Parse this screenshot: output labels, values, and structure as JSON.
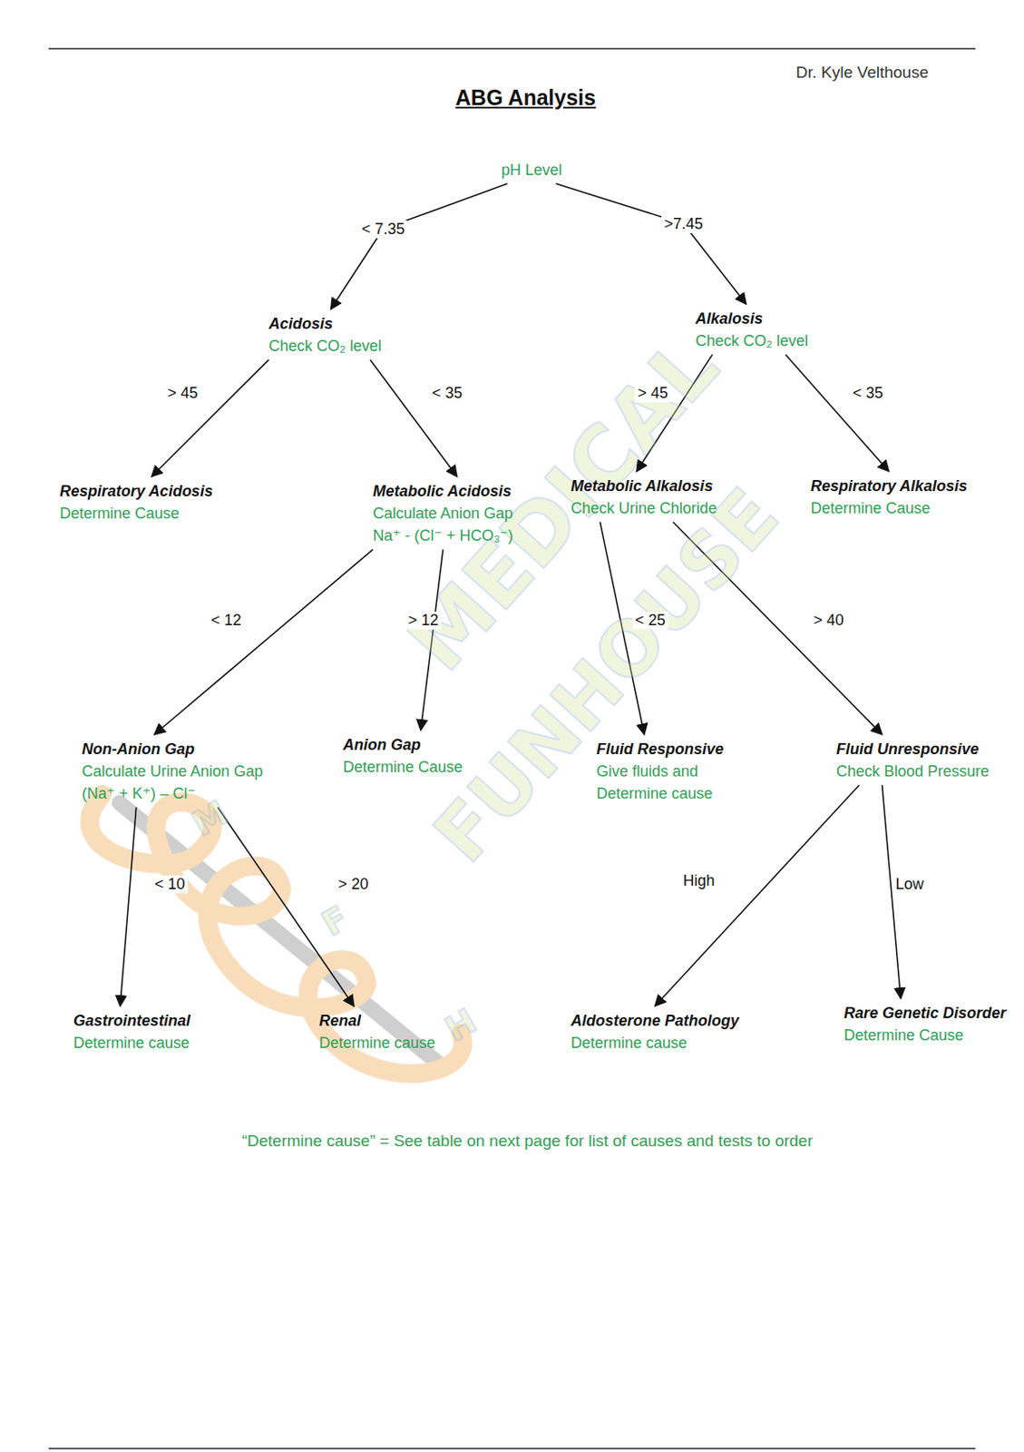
{
  "diagram": {
    "title": "ABG Analysis",
    "nodes": [
      {
        "text": [
          "pH Level"
        ]
      },
      {
        "text": [
          "Acidosis",
          "Check CO₂ level"
        ]
      },
      {
        "text": [
          "Alkalosis",
          "Check CO₂ level"
        ]
      },
      {
        "text": [
          "Respiratory Acidosis",
          "Determine Cause"
        ]
      },
      {
        "text": [
          "Metabolic Acidosis",
          "Calculate Anion Gap",
          "Na⁺ - (Cl⁻ + HCO₃⁻)"
        ]
      },
      {
        "text": [
          "Metabolic Alkalosis",
          "Check Urine Chloride"
        ]
      },
      {
        "text": [
          "Respiratory Alkalosis",
          "Determine Cause"
        ]
      },
      {
        "text": [
          "Non-Anion Gap",
          "Calculate Urine Anion Gap",
          "(Na⁺ + K⁺) – Cl⁻"
        ]
      },
      {
        "text": [
          "Anion Gap",
          "Determine Cause"
        ]
      },
      {
        "text": [
          "Fluid Responsive",
          "Give fluids and Determine cause"
        ]
      },
      {
        "text": [
          "Fluid Unresponsive",
          "Check Blood Pressure"
        ]
      },
      {
        "text": [
          "Gastrointestinal",
          "Determine cause"
        ]
      },
      {
        "text": [
          "Renal",
          "Determine cause"
        ]
      },
      {
        "text": [
          "Aldosterone Pathology",
          "Determine cause"
        ]
      },
      {
        "text": [
          "Rare Genetic Disorder",
          "Determine Cause"
        ]
      }
    ],
    "edges": [
      {
        "from": 0,
        "to": 1,
        "label": "< 7.35",
        "arrow": "to"
      },
      {
        "from": 0,
        "to": 2,
        "label": ">7.45",
        "arrow": "to"
      },
      {
        "from": 1,
        "to": 3,
        "label": "> 45",
        "arrow": "to"
      },
      {
        "from": 1,
        "to": 4,
        "label": "< 35",
        "arrow": "to"
      },
      {
        "from": 2,
        "to": 5,
        "label": "> 45",
        "arrow": "to"
      },
      {
        "from": 2,
        "to": 6,
        "label": "< 35",
        "arrow": "to"
      },
      {
        "from": 4,
        "to": 7,
        "label": "< 12",
        "arrow": "to"
      },
      {
        "from": 4,
        "to": 8,
        "label": "> 12",
        "arrow": "to"
      },
      {
        "from": 5,
        "to": 9,
        "label": "< 25",
        "arrow": "to"
      },
      {
        "from": 5,
        "to": 10,
        "label": "> 40",
        "arrow": "to"
      },
      {
        "from": 7,
        "to": 11,
        "label": "< 10",
        "arrow": "to"
      },
      {
        "from": 7,
        "to": 12,
        "label": "> 20",
        "arrow": "to"
      },
      {
        "from": 10,
        "to": 13,
        "label": "High",
        "arrow": "to"
      },
      {
        "from": 10,
        "to": 14,
        "label": "Low",
        "arrow": "to"
      }
    ],
    "labels": [
      "Dr. Kyle Velthouse",
      "“Determine cause” = See table on next page for list of causes and tests to order",
      "MEDICAL",
      "FUNHOUSE",
      "M",
      "F",
      "H"
    ]
  }
}
